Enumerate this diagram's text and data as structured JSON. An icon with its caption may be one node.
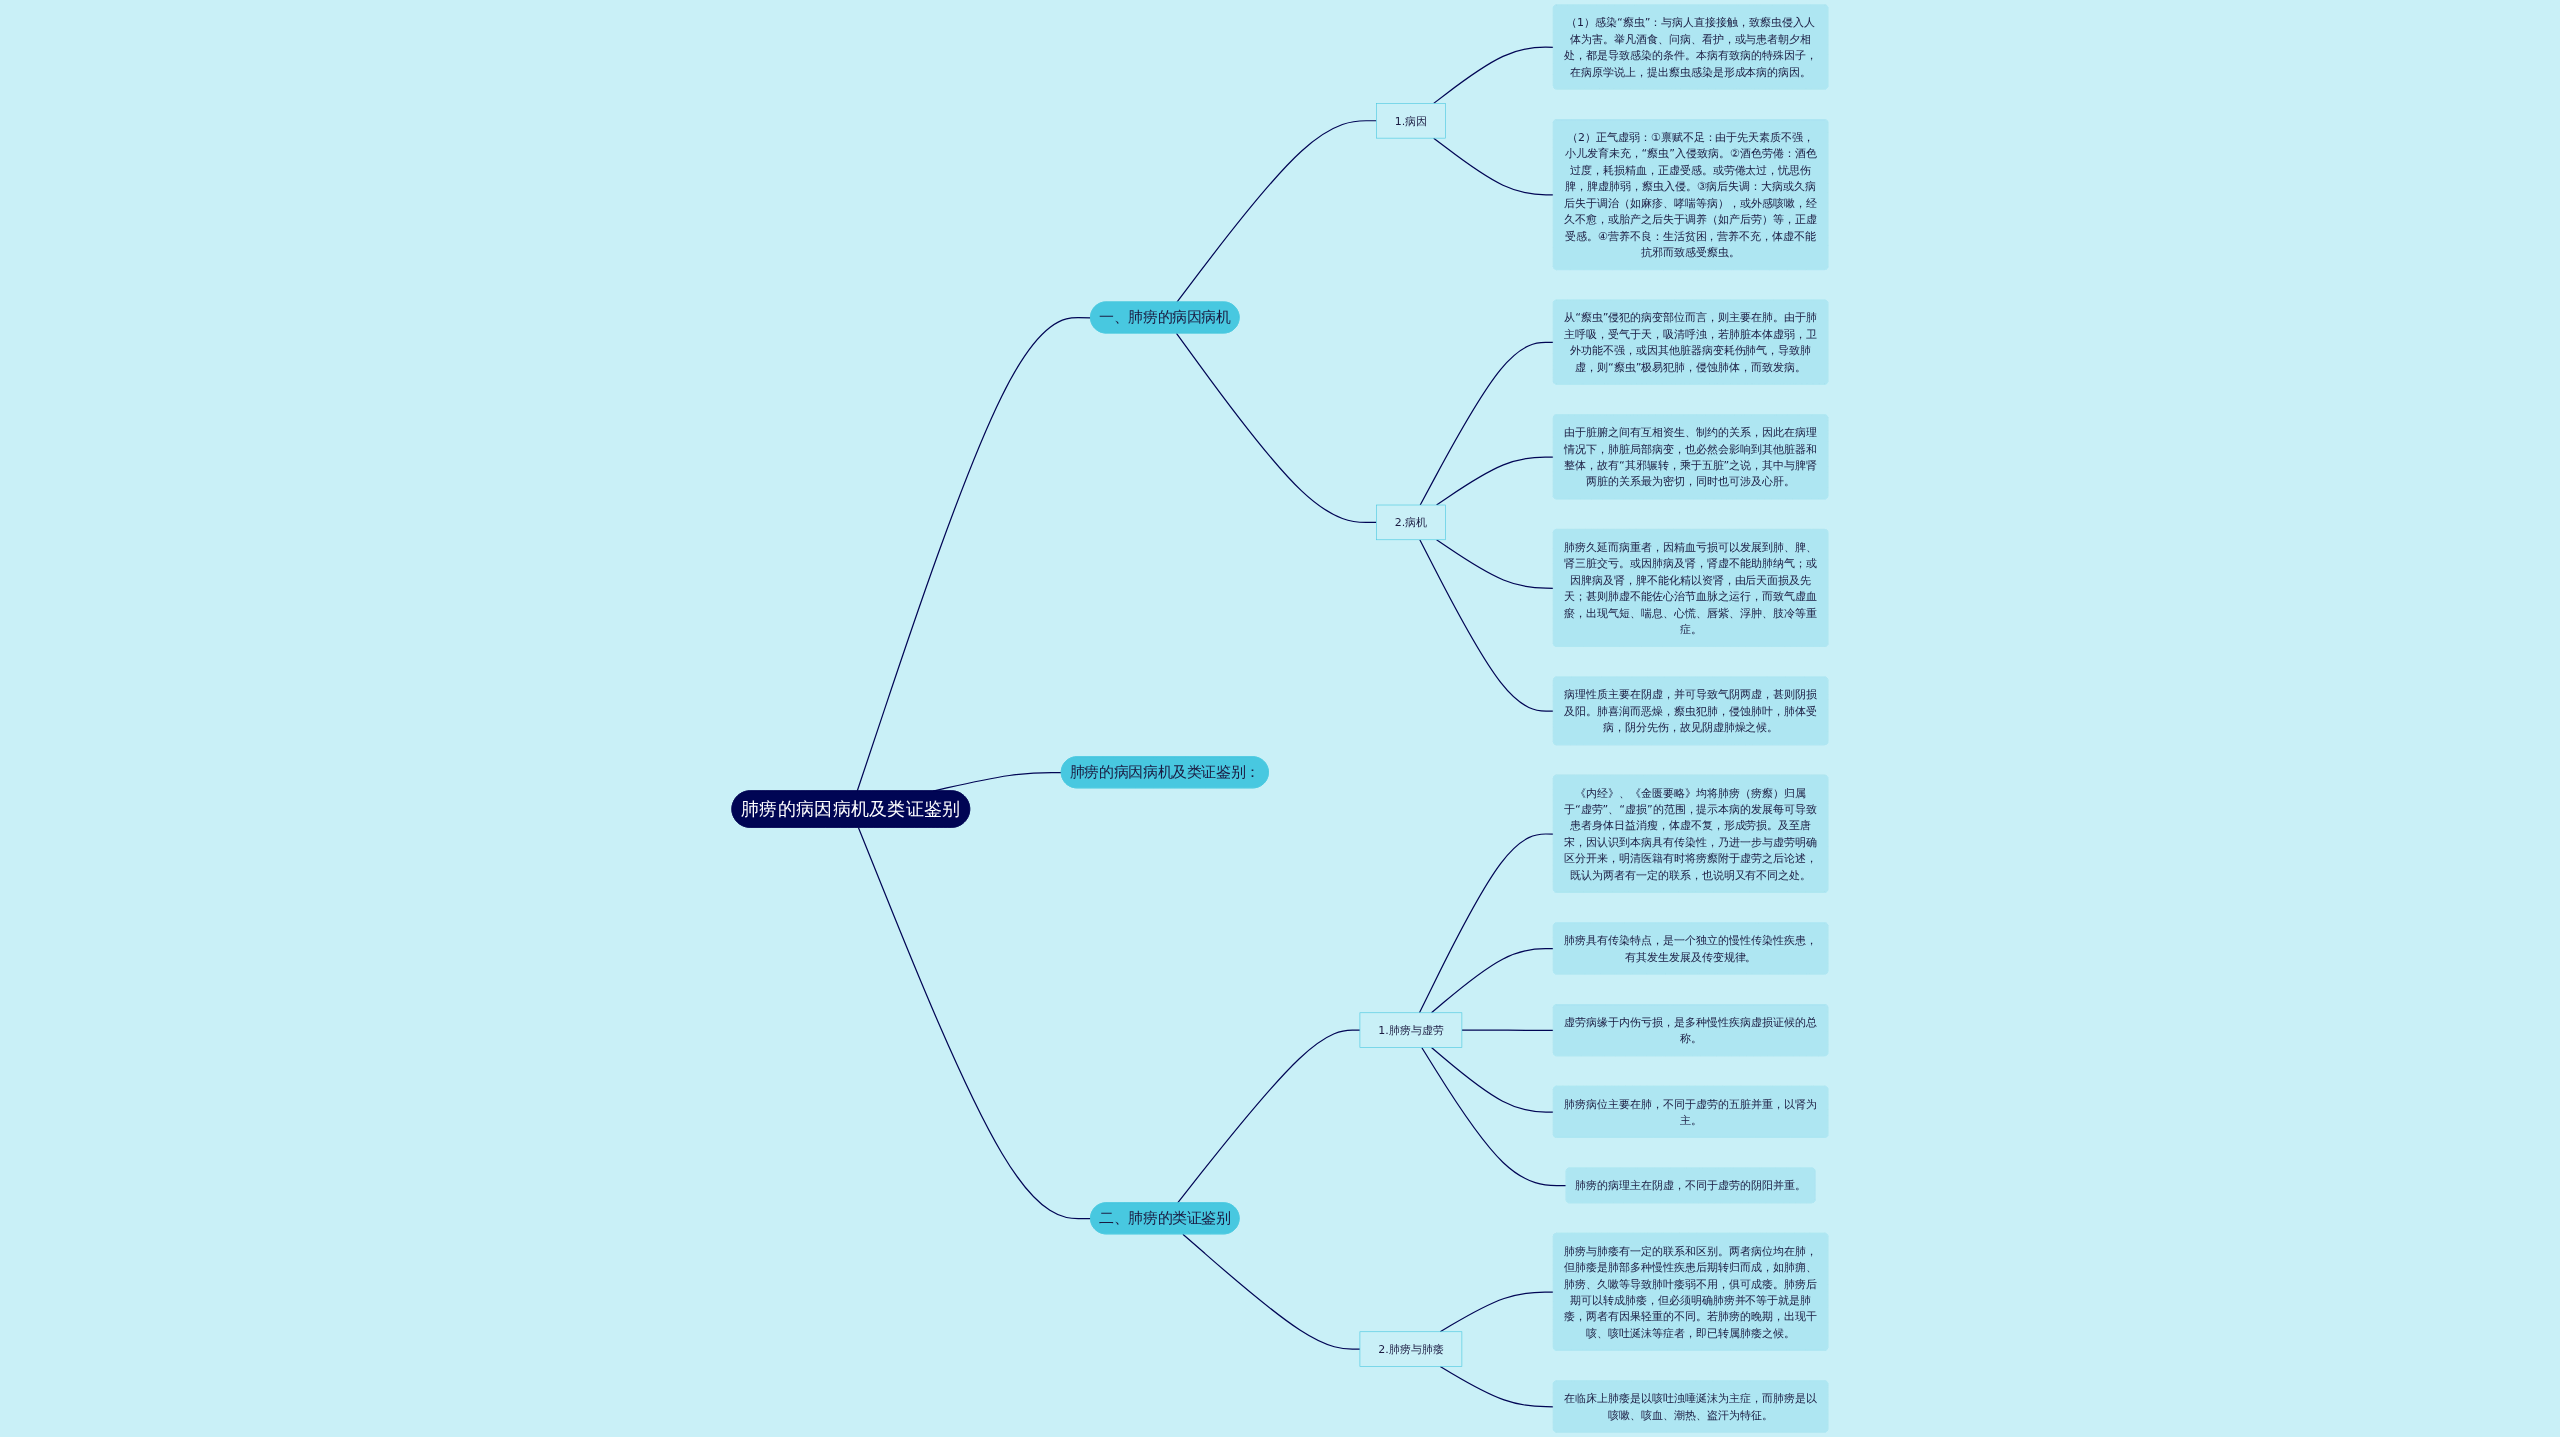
{
  "diagram": {
    "nodes": [
      {
        "text": [
          "肺痨的病因病机及类证鉴别"
        ]
      },
      {
        "text": [
          "肺痨的病因病机及类证鉴别："
        ]
      },
      {
        "text": [
          "一、肺痨的病因病机"
        ]
      },
      {
        "text": [
          "1.病因"
        ]
      },
      {
        "text": [
          "（1）感染“瘵虫”：与病人直接接触，致瘵虫侵入人体为害。举凡酒食、问病、看护，或与患者朝夕相处，都是导致感染的条件。本病有致病的特殊因子，在病原学说上，提出瘵虫感染是形成本病的病因。"
        ]
      },
      {
        "text": [
          "（2）正气虚弱：①禀赋不足：由于先天素质不强，小儿发育未充，“瘵虫”入侵致病。②酒色劳倦：酒色过度，耗损精血，正虚受感。或劳倦太过，忧思伤脾，脾虚肺弱，瘵虫入侵。③病后失调：大病或久病后失于调治（如麻疹、哮喘等病），或外感咳嗽，经久不愈，或胎产之后失于调养（如产后劳）等，正虚受感。④营养不良：生活贫困，营养不充，体虚不能抗邪而致感受瘵虫。"
        ]
      },
      {
        "text": [
          "2.病机"
        ]
      },
      {
        "text": [
          "从“瘵虫”侵犯的病变部位而言，则主要在肺。由于肺主呼吸，受气于天，吸清呼浊，若肺脏本体虚弱，卫外功能不强，或因其他脏器病变耗伤肺气，导致肺虚，则“瘵虫”极易犯肺，侵蚀肺体，而致发病。"
        ]
      },
      {
        "text": [
          "由于脏腑之间有互相资生、制约的关系，因此在病理情况下，肺脏局部病变，也必然会影响到其他脏器和整体，故有“其邪辗转，乘于五脏”之说，其中与脾肾两脏的关系最为密切，同时也可涉及心肝。"
        ]
      },
      {
        "text": [
          "肺痨久延而病重者，因精血亏损可以发展到肺、脾、肾三脏交亏。或因肺病及肾，肾虚不能助肺纳气；或因脾病及肾，脾不能化精以资肾，由后天面损及先天；甚则肺虚不能佐心治节血脉之运行，而致气虚血瘀，出现气短、喘息、心慌、唇紫、浮肿、肢冷等重症。"
        ]
      },
      {
        "text": [
          "病理性质主要在阴虚，并可导致气阴两虚，甚则阴损及阳。肺喜润而恶燥，瘵虫犯肺，侵蚀肺叶，肺体受病，阴分先伤，故见阴虚肺燥之候。"
        ]
      },
      {
        "text": [
          "二、肺痨的类证鉴别"
        ]
      },
      {
        "text": [
          "1.肺痨与虚劳"
        ]
      },
      {
        "text": [
          "《内经》、《金匮要略》均将肺痨（痨瘵）归属于“虚劳”、“虚损”的范围，提示本病的发展每可导致患者身体日益消瘦，体虚不复，形成劳损。及至唐宋，因认识到本病具有传染性，乃进一步与虚劳明确区分开来，明清医籍有时将痨瘵附于虚劳之后论述，既认为两者有一定的联系，也说明又有不同之处。"
        ]
      },
      {
        "text": [
          "肺痨具有传染特点，是一个独立的慢性传染性疾患，有其发生发展及传变规律。"
        ]
      },
      {
        "text": [
          "虚劳病缘于内伤亏损，是多种慢性疾病虚损证候的总称。"
        ]
      },
      {
        "text": [
          "肺痨病位主要在肺，不同于虚劳的五脏并重，以肾为主。"
        ]
      },
      {
        "text": [
          "肺痨的病理主在阴虚，不同于虚劳的阴阳并重。"
        ]
      },
      {
        "text": [
          "2.肺痨与肺痿"
        ]
      },
      {
        "text": [
          "肺痨与肺痿有一定的联系和区别。两者病位均在肺，但肺痿是肺部多种慢性疾患后期转归而成，如肺痈、肺痨、久嗽等导致肺叶痿弱不用，俱可成痿。肺痨后期可以转成肺痿，但必须明确肺痨并不等于就是肺痿，两者有因果轻重的不同。若肺痨的晚期，出现干咳、咳吐涎沫等症者，即已转属肺痿之候。"
        ]
      },
      {
        "text": [
          "在临床上肺痿是以咳吐浊唾涎沫为主症，而肺痨是以咳嗽、咳血、潮热、盗汗为特征。"
        ]
      }
    ],
    "edges": [
      {
        "from": 0,
        "to": 1,
        "arrow": "none"
      },
      {
        "from": 0,
        "to": 2,
        "arrow": "none"
      },
      {
        "from": 2,
        "to": 3,
        "arrow": "none"
      },
      {
        "from": 3,
        "to": 4,
        "arrow": "none"
      },
      {
        "from": 3,
        "to": 5,
        "arrow": "none"
      },
      {
        "from": 2,
        "to": 6,
        "arrow": "none"
      },
      {
        "from": 6,
        "to": 7,
        "arrow": "none"
      },
      {
        "from": 6,
        "to": 8,
        "arrow": "none"
      },
      {
        "from": 6,
        "to": 9,
        "arrow": "none"
      },
      {
        "from": 6,
        "to": 10,
        "arrow": "none"
      },
      {
        "from": 0,
        "to": 11,
        "arrow": "none"
      },
      {
        "from": 11,
        "to": 12,
        "arrow": "none"
      },
      {
        "from": 12,
        "to": 13,
        "arrow": "none"
      },
      {
        "from": 12,
        "to": 14,
        "arrow": "none"
      },
      {
        "from": 12,
        "to": 15,
        "arrow": "none"
      },
      {
        "from": 12,
        "to": 16,
        "arrow": "none"
      },
      {
        "from": 12,
        "to": 17,
        "arrow": "none"
      },
      {
        "from": 11,
        "to": 18,
        "arrow": "none"
      },
      {
        "from": 18,
        "to": 19,
        "arrow": "none"
      },
      {
        "from": 18,
        "to": 20,
        "arrow": "none"
      }
    ]
  }
}
